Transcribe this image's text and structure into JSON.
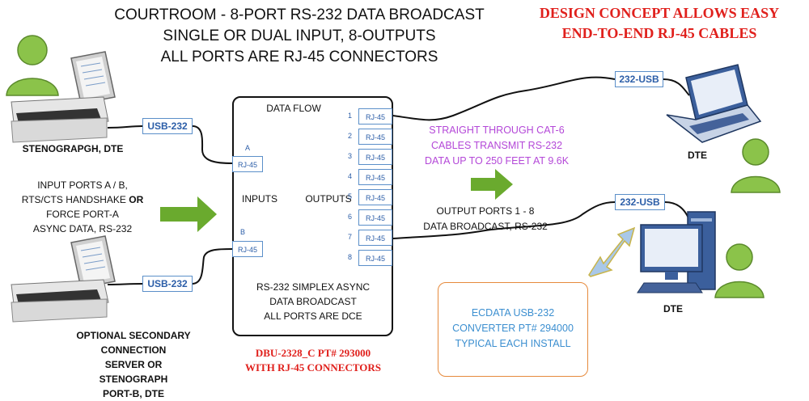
{
  "title": {
    "line1": "COURTROOM - 8-PORT RS-232 DATA BROADCAST",
    "line2": "SINGLE OR DUAL INPUT, 8-OUTPUTS",
    "line3": "ALL PORTS ARE RJ-45 CONNECTORS"
  },
  "design_note": {
    "line1": "DESIGN CONCEPT ALLOWS EASY",
    "line2": "END-TO-END RJ-45 CABLES"
  },
  "stenograph_top": {
    "label": "STENOGRAPGH, DTE",
    "adapter": "USB-232"
  },
  "input_ports_note": {
    "line1": "INPUT PORTS  A / B,",
    "line2a": "RTS/CTS HANDSHAKE ",
    "line2b": "OR",
    "line3": "FORCE PORT-A",
    "line4": "ASYNC DATA, RS-232"
  },
  "stenograph_bottom": {
    "adapter": "USB-232",
    "line1": "OPTIONAL SECONDARY",
    "line2": "CONNECTION",
    "line3": "SERVER OR STENOGRAPH",
    "line4": "PORT-B, DTE"
  },
  "device": {
    "data_flow": "DATA FLOW",
    "inputs_label": "INPUTS",
    "outputs_label": "OUTPUTS",
    "input_a_letter": "A",
    "input_a_port": "RJ-45",
    "input_b_letter": "B",
    "input_b_port": "RJ-45",
    "output_ports": [
      {
        "num": "1",
        "label": "RJ-45"
      },
      {
        "num": "2",
        "label": "RJ-45"
      },
      {
        "num": "3",
        "label": "RJ-45"
      },
      {
        "num": "4",
        "label": "RJ-45"
      },
      {
        "num": "5",
        "label": "RJ-45"
      },
      {
        "num": "6",
        "label": "RJ-45"
      },
      {
        "num": "7",
        "label": "RJ-45"
      },
      {
        "num": "8",
        "label": "RJ-45"
      }
    ],
    "desc_line1": "RS-232 SIMPLEX ASYNC",
    "desc_line2": "DATA BROADCAST",
    "desc_line3": "ALL PORTS ARE DCE"
  },
  "part_number": {
    "line1": "DBU-2328_C PT# 293000",
    "line2": "WITH RJ-45 CONNECTORS"
  },
  "cable_note": {
    "line1": "STRAIGHT THROUGH CAT-6",
    "line2": "CABLES TRANSMIT RS-232",
    "line3": "DATA UP TO 250 FEET AT 9.6K"
  },
  "output_note": {
    "line1": "OUTPUT PORTS 1 - 8",
    "line2": "DATA BROADCAST, RS-232"
  },
  "laptop": {
    "adapter": "232-USB",
    "label": "DTE"
  },
  "desktop": {
    "adapter": "232-USB",
    "label": "DTE"
  },
  "converter": {
    "line1": "ECDATA USB-232",
    "line2": "CONVERTER PT# 294000",
    "line3": "TYPICAL EACH INSTALL"
  },
  "colors": {
    "arrow_green": "#6aaa2e",
    "person_green": "#8bc34a",
    "connector_blue": "#5b8fc9",
    "accent_red": "#e0201c",
    "cable_text_purple": "#b448d8",
    "converter_orange": "#e68a3c"
  }
}
